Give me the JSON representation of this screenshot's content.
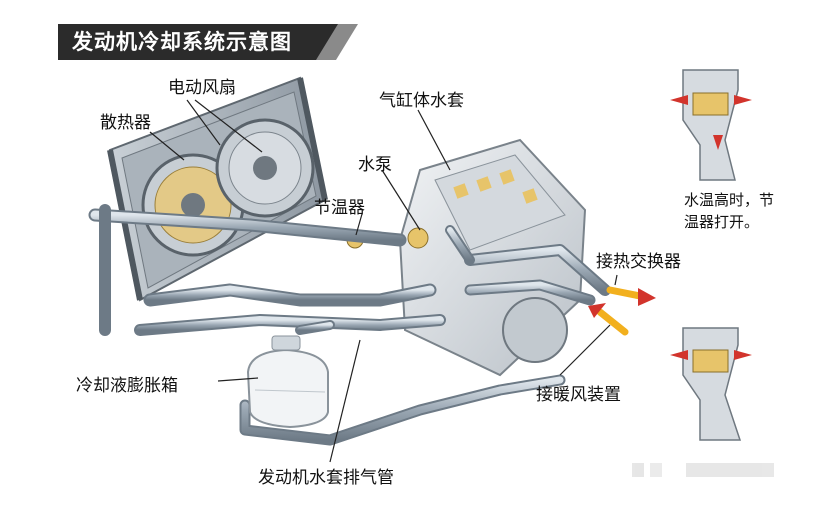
{
  "title": "发动机冷却系统示意图",
  "labels": {
    "fan": "电动风扇",
    "radiator": "散热器",
    "cylinder_jacket": "气缸体水套",
    "water_pump": "水泵",
    "thermostat": "节温器",
    "heat_exchanger": "接热交换器",
    "heater": "接暖风装置",
    "expansion_tank": "冷却液膨胀箱",
    "vent_pipe": "发动机水套排气管"
  },
  "notes": {
    "thermostat_open_line1": "水温高时，节",
    "thermostat_open_line2": "温器打开。"
  },
  "colors": {
    "title_bg": "#2b2b2b",
    "pipe": "#9aa7b3",
    "hot_arrow": "#d2342c",
    "warm_arrow": "#f2b01e",
    "thermostat_body": "#e7c46a"
  }
}
